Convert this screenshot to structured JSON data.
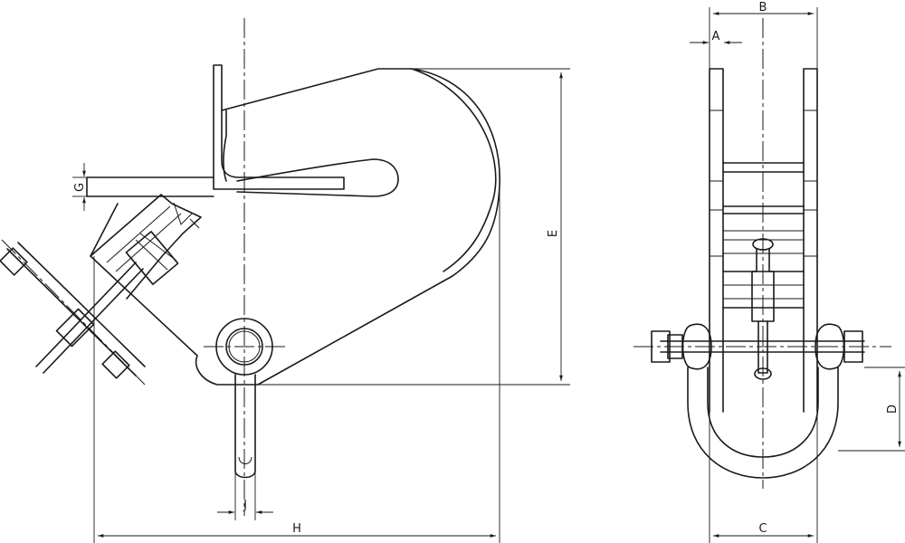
{
  "dimension_labels": {
    "A": "A",
    "B": "B",
    "C": "C",
    "D": "D",
    "E": "E",
    "G": "G",
    "H": "H",
    "J": "J"
  }
}
